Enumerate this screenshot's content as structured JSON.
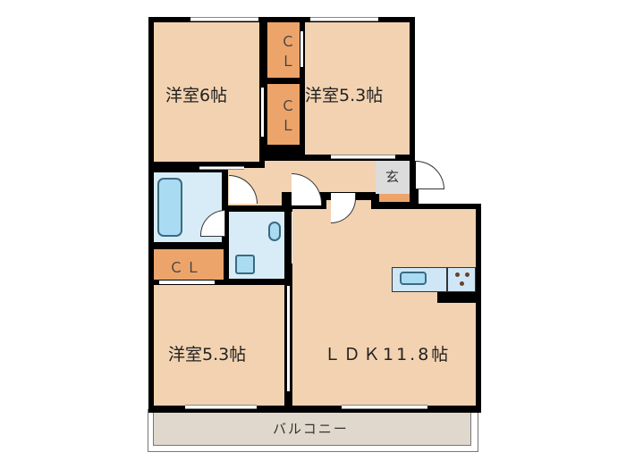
{
  "floor_plan": {
    "rooms": {
      "western_room_1": {
        "label": "洋室6帖"
      },
      "western_room_2": {
        "label": "洋室5.3帖"
      },
      "western_room_3": {
        "label": "洋室5.3帖"
      },
      "ldk": {
        "label": "ＬＤＫ11.8帖"
      },
      "closet_1": {
        "label": "ＣＬ"
      },
      "closet_2": {
        "label": "ＣＬ"
      },
      "closet_3": {
        "label": "ＣＬ"
      },
      "entrance": {
        "label": "玄"
      },
      "balcony": {
        "label": "バルコニー"
      }
    },
    "colors": {
      "room_floor": "#f2d2b0",
      "closet": "#eda46a",
      "wet_area": "#d8ecf8",
      "fixture": "#a9dcf2",
      "entrance": "#dcdcdc",
      "balcony": "#e0d8cc",
      "wall": "#000000"
    }
  }
}
